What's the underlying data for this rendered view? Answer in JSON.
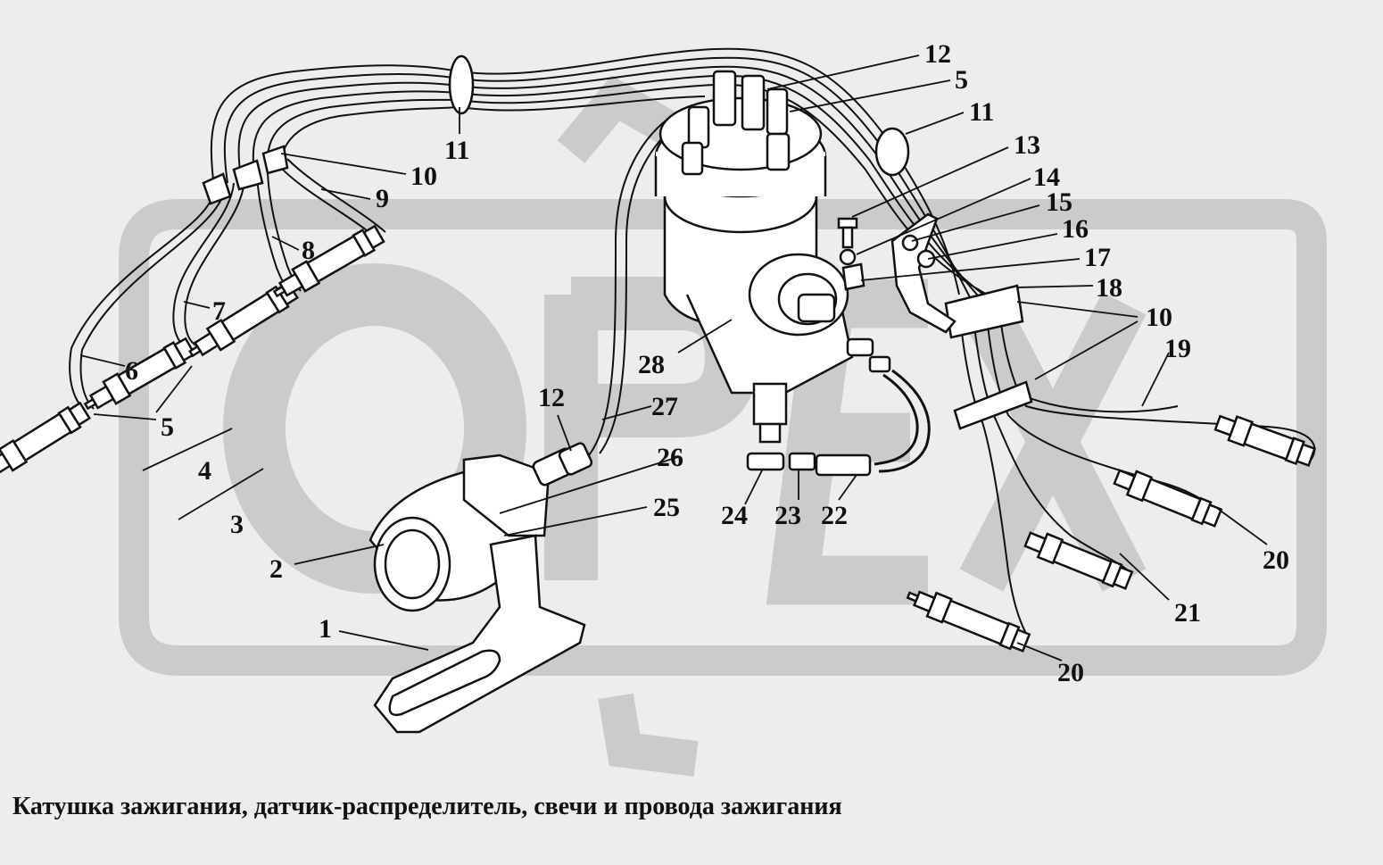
{
  "caption": "Катушка зажигания, датчик-распределитель, свечи и провода зажигания",
  "watermark": {
    "text": "ОРЕХ",
    "color": "#c9c9c9"
  },
  "colors": {
    "background": "#ededed",
    "ink": "#111111",
    "part_fill": "#ffffff"
  },
  "callouts": [
    {
      "id": "c12a",
      "text": "12"
    },
    {
      "id": "c5a",
      "text": "5"
    },
    {
      "id": "c11a",
      "text": "11"
    },
    {
      "id": "c11b",
      "text": "11"
    },
    {
      "id": "c13",
      "text": "13"
    },
    {
      "id": "c10a",
      "text": "10"
    },
    {
      "id": "c14",
      "text": "14"
    },
    {
      "id": "c15",
      "text": "15"
    },
    {
      "id": "c9",
      "text": "9"
    },
    {
      "id": "c16",
      "text": "16"
    },
    {
      "id": "c8",
      "text": "8"
    },
    {
      "id": "c17",
      "text": "17"
    },
    {
      "id": "c18",
      "text": "18"
    },
    {
      "id": "c7",
      "text": "7"
    },
    {
      "id": "c10b",
      "text": "10"
    },
    {
      "id": "c19",
      "text": "19"
    },
    {
      "id": "c28",
      "text": "28"
    },
    {
      "id": "c6",
      "text": "6"
    },
    {
      "id": "c12b",
      "text": "12"
    },
    {
      "id": "c27",
      "text": "27"
    },
    {
      "id": "c5b",
      "text": "5"
    },
    {
      "id": "c26",
      "text": "26"
    },
    {
      "id": "c4",
      "text": "4"
    },
    {
      "id": "c25",
      "text": "25"
    },
    {
      "id": "c24",
      "text": "24"
    },
    {
      "id": "c23",
      "text": "23"
    },
    {
      "id": "c22",
      "text": "22"
    },
    {
      "id": "c3",
      "text": "3"
    },
    {
      "id": "c20a",
      "text": "20"
    },
    {
      "id": "c2",
      "text": "2"
    },
    {
      "id": "c21",
      "text": "21"
    },
    {
      "id": "c1",
      "text": "1"
    },
    {
      "id": "c20b",
      "text": "20"
    }
  ]
}
